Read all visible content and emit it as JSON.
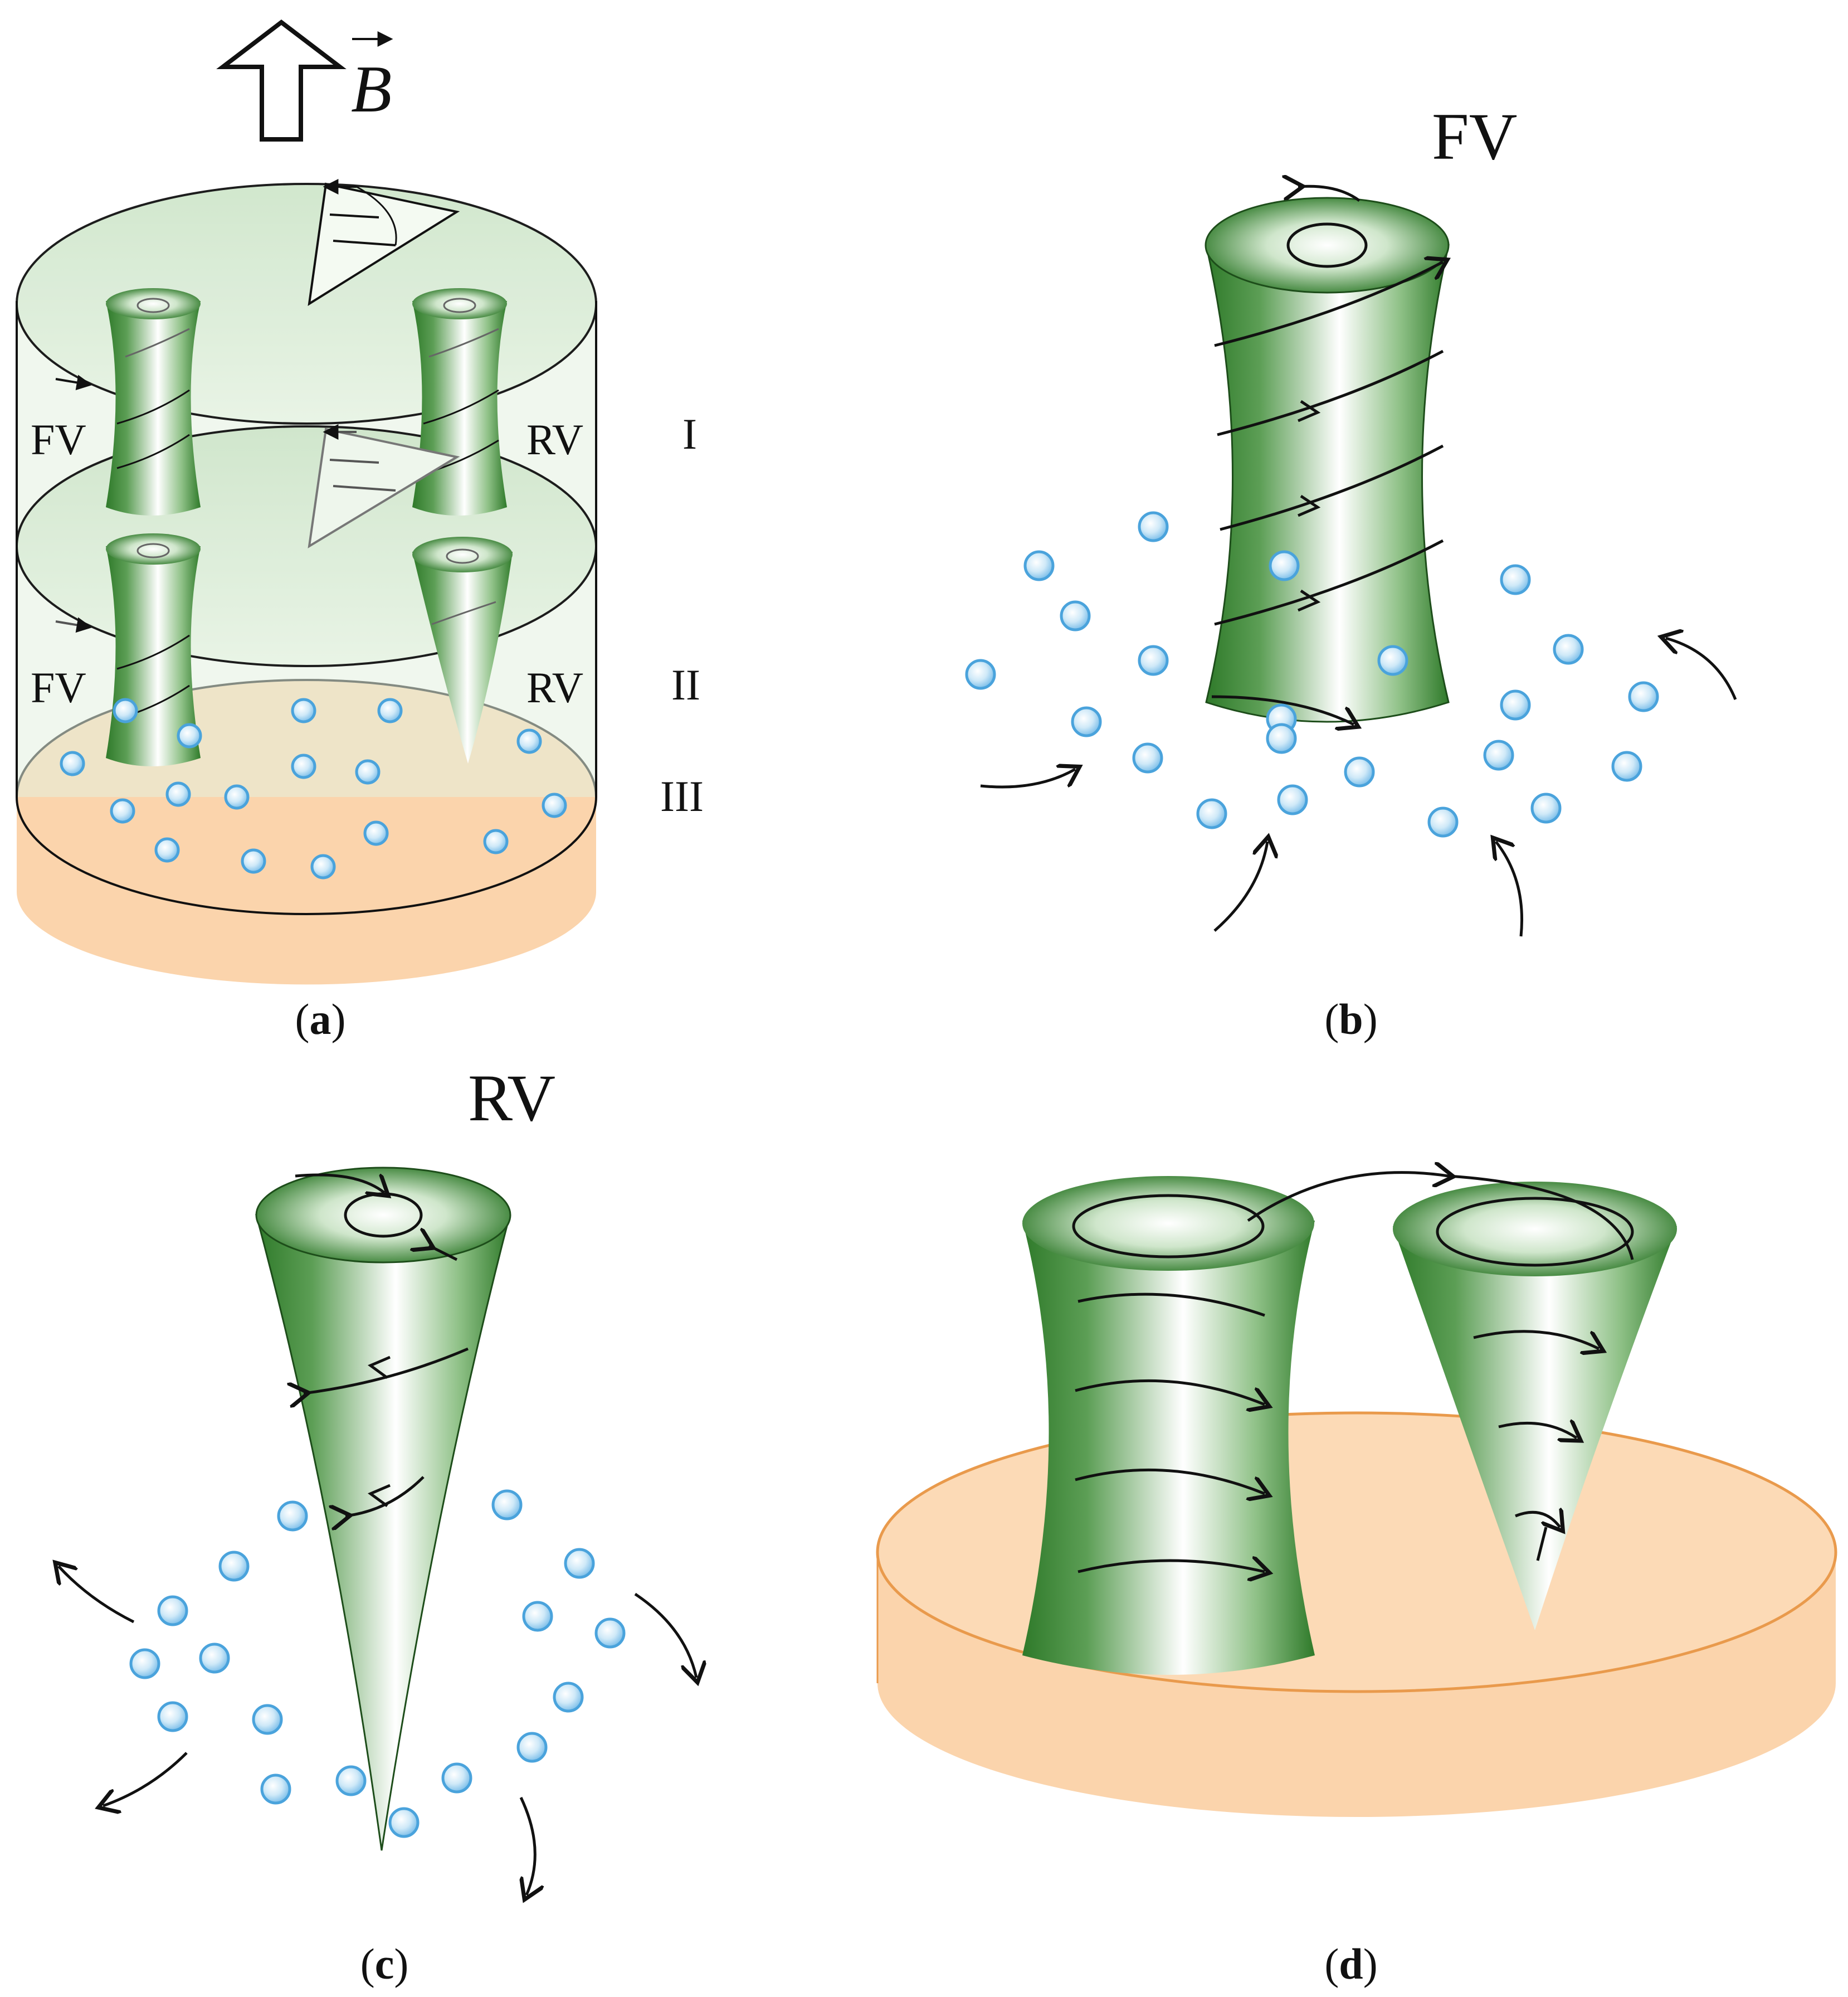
{
  "panel_a": {
    "field_symbol": "B",
    "vortex_labels": [
      "FV",
      "RV",
      "FV",
      "RV"
    ],
    "regions": [
      "I",
      "II",
      "III"
    ],
    "caption_letter": "a"
  },
  "panel_b": {
    "title": "FV",
    "caption_letter": "b"
  },
  "panel_c": {
    "title": "RV",
    "caption_letter": "c"
  },
  "panel_d": {
    "caption_letter": "d"
  },
  "colors": {
    "vortex_dark": "#2f7a2a",
    "vortex_light": "#ffffff",
    "layer_green": "#d6ecd2",
    "substrate_orange": "#fbd4ac",
    "substrate_edge": "#e99a4c",
    "particle": "#4aa3dc"
  }
}
